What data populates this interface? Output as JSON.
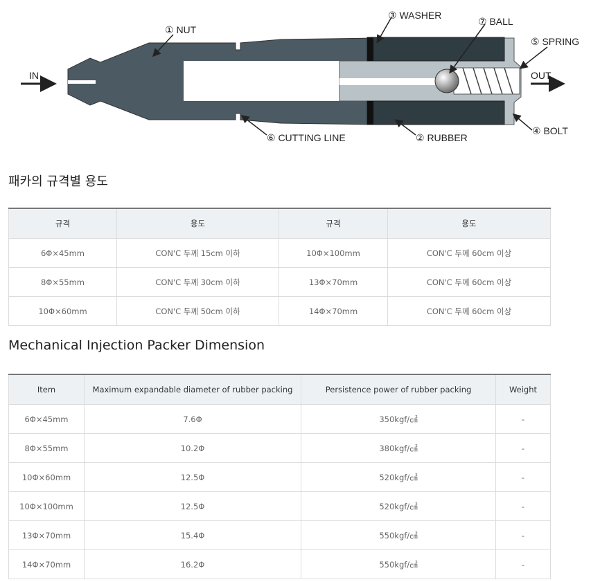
{
  "diagram": {
    "labels": {
      "in": "IN",
      "out": "OUT",
      "nut": "① NUT",
      "washer": "③ WASHER",
      "ball": "⑦ BALL",
      "spring": "⑤ SPRING",
      "cutting_line": "⑥ CUTTING LINE",
      "rubber": "② RUBBER",
      "bolt": "④ BOLT"
    }
  },
  "usage_section": {
    "title": "패카의 규격별 용도",
    "headers": [
      "규격",
      "용도",
      "규격",
      "용도"
    ],
    "rows": [
      [
        "6Φ×45mm",
        "CON'C 두께 15cm 이하",
        "10Φ×100mm",
        "CON'C 두께 60cm 이상"
      ],
      [
        "8Φ×55mm",
        "CON'C 두께 30cm 이하",
        "13Φ×70mm",
        "CON'C 두께 60cm 이상"
      ],
      [
        "10Φ×60mm",
        "CON'C 두께 50cm 이하",
        "14Φ×70mm",
        "CON'C 두께 60cm 이상"
      ]
    ]
  },
  "dimension_section": {
    "title": "Mechanical Injection Packer Dimension",
    "headers": [
      "Item",
      "Maximum expandable diameter of rubber packing",
      "Persistence power of rubber packing",
      "Weight"
    ],
    "rows": [
      [
        "6Φ×45mm",
        "7.6Φ",
        "350kgf/㎠",
        "-"
      ],
      [
        "8Φ×55mm",
        "10.2Φ",
        "380kgf/㎠",
        "-"
      ],
      [
        "10Φ×60mm",
        "12.5Φ",
        "520kgf/㎠",
        "-"
      ],
      [
        "10Φ×100mm",
        "12.5Φ",
        "520kgf/㎠",
        "-"
      ],
      [
        "13Φ×70mm",
        "15.4Φ",
        "550kgf/㎠",
        "-"
      ],
      [
        "14Φ×70mm",
        "16.2Φ",
        "550kgf/㎠",
        "-"
      ]
    ]
  }
}
